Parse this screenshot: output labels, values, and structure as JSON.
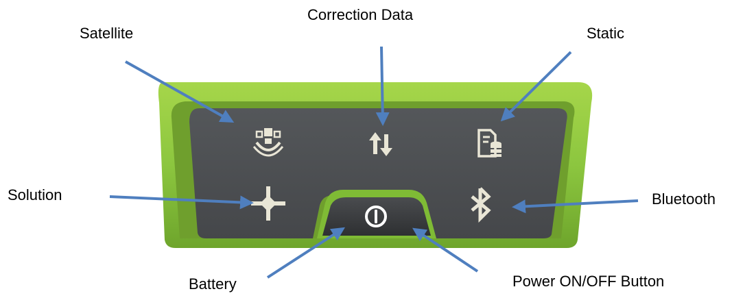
{
  "labels": {
    "satellite": "Satellite",
    "correction_data": "Correction Data",
    "static": "Static",
    "solution": "Solution",
    "bluetooth": "Bluetooth",
    "battery": "Battery",
    "power_button": "Power ON/OFF Button"
  },
  "colors": {
    "device_green": "#8cc63f",
    "panel_gray": "#4d4f52",
    "icon_light": "#e9e6d6",
    "arrow_blue": "#4f7fbf"
  },
  "icons": [
    "satellite-icon",
    "correction-data-icon",
    "static-icon",
    "solution-icon",
    "bluetooth-icon",
    "power-icon"
  ]
}
